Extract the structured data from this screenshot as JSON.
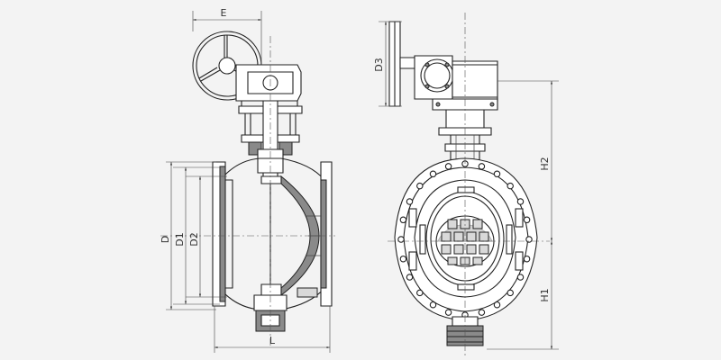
{
  "side_view": {
    "labels": {
      "E": "E",
      "D": "D",
      "D1": "D1",
      "D2": "D2",
      "L": "L"
    }
  },
  "front_view": {
    "labels": {
      "D3": "D3",
      "H1": "H1",
      "H2": "H2"
    }
  },
  "colors": {
    "background": "#f3f3f3",
    "line": "#222222",
    "shade": "#8a8a8a"
  }
}
